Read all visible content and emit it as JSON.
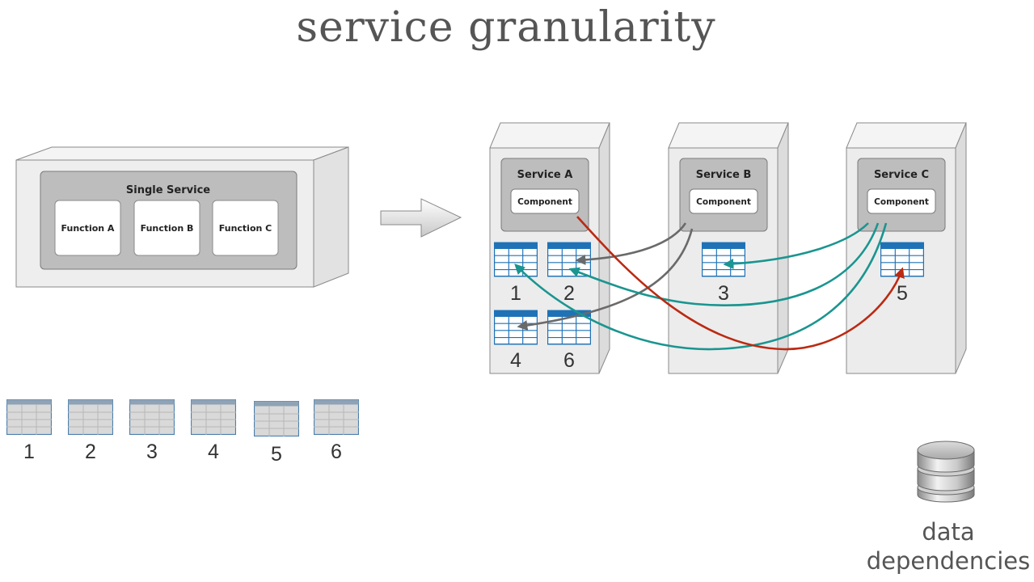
{
  "title": "service granularity",
  "monolith": {
    "service_label": "Single Service",
    "functions": [
      "Function A",
      "Function B",
      "Function C"
    ],
    "tables": [
      "1",
      "2",
      "3",
      "4",
      "5",
      "6"
    ]
  },
  "services": [
    {
      "label": "Service A",
      "component": "Component",
      "tables": [
        "1",
        "2",
        "4",
        "6"
      ]
    },
    {
      "label": "Service B",
      "component": "Component",
      "tables": [
        "3"
      ]
    },
    {
      "label": "Service C",
      "component": "Component",
      "tables": [
        "5"
      ]
    }
  ],
  "colors": {
    "dependency_gray": "#6a6a6a",
    "dependency_teal": "#1a9590",
    "dependency_red": "#bb2a12",
    "table_blue": "#1f72b6"
  },
  "caption": {
    "line1": "data",
    "line2": "dependencies"
  }
}
